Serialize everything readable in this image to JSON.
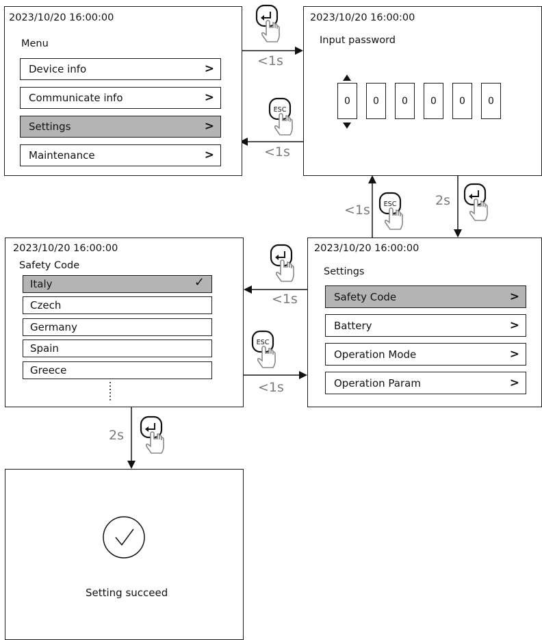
{
  "menu_screen": {
    "timestamp": "2023/10/20 16:00:00",
    "title": "Menu",
    "items": [
      {
        "label": "Device info",
        "chevron": ">"
      },
      {
        "label": "Communicate info",
        "chevron": ">"
      },
      {
        "label": "Settings",
        "chevron": ">",
        "selected": true
      },
      {
        "label": "Maintenance",
        "chevron": ">"
      }
    ]
  },
  "password_screen": {
    "timestamp": "2023/10/20 16:00:00",
    "title": "Input password",
    "digits": [
      "0",
      "0",
      "0",
      "0",
      "0",
      "0"
    ]
  },
  "settings_screen": {
    "timestamp": "2023/10/20 16:00:00",
    "title": "Settings",
    "items": [
      {
        "label": "Safety Code",
        "chevron": ">",
        "selected": true
      },
      {
        "label": "Battery",
        "chevron": ">"
      },
      {
        "label": "Operation Mode",
        "chevron": ">"
      },
      {
        "label": "Operation Param",
        "chevron": ">"
      }
    ]
  },
  "safety_screen": {
    "timestamp": "2023/10/20 16:00:00",
    "title": "Safety Code",
    "items": [
      {
        "label": "Italy",
        "checked": true,
        "selected": true
      },
      {
        "label": "Czech"
      },
      {
        "label": "Germany"
      },
      {
        "label": "Spain"
      },
      {
        "label": "Greece"
      }
    ],
    "check_mark": "✓"
  },
  "success_screen": {
    "message": "Setting succeed"
  },
  "transitions": {
    "menu_to_password": "<1s",
    "password_to_menu": "<1s",
    "password_to_settings": "2s",
    "settings_to_password": "<1s",
    "settings_to_safety": "<1s",
    "safety_to_settings": "<1s",
    "safety_to_success": "2s"
  },
  "buttons": {
    "esc_label": "ESC"
  },
  "colors": {
    "selected_row": "#b4b4b4",
    "label_gray": "#7a7a7a",
    "line": "#1a1a1a"
  }
}
